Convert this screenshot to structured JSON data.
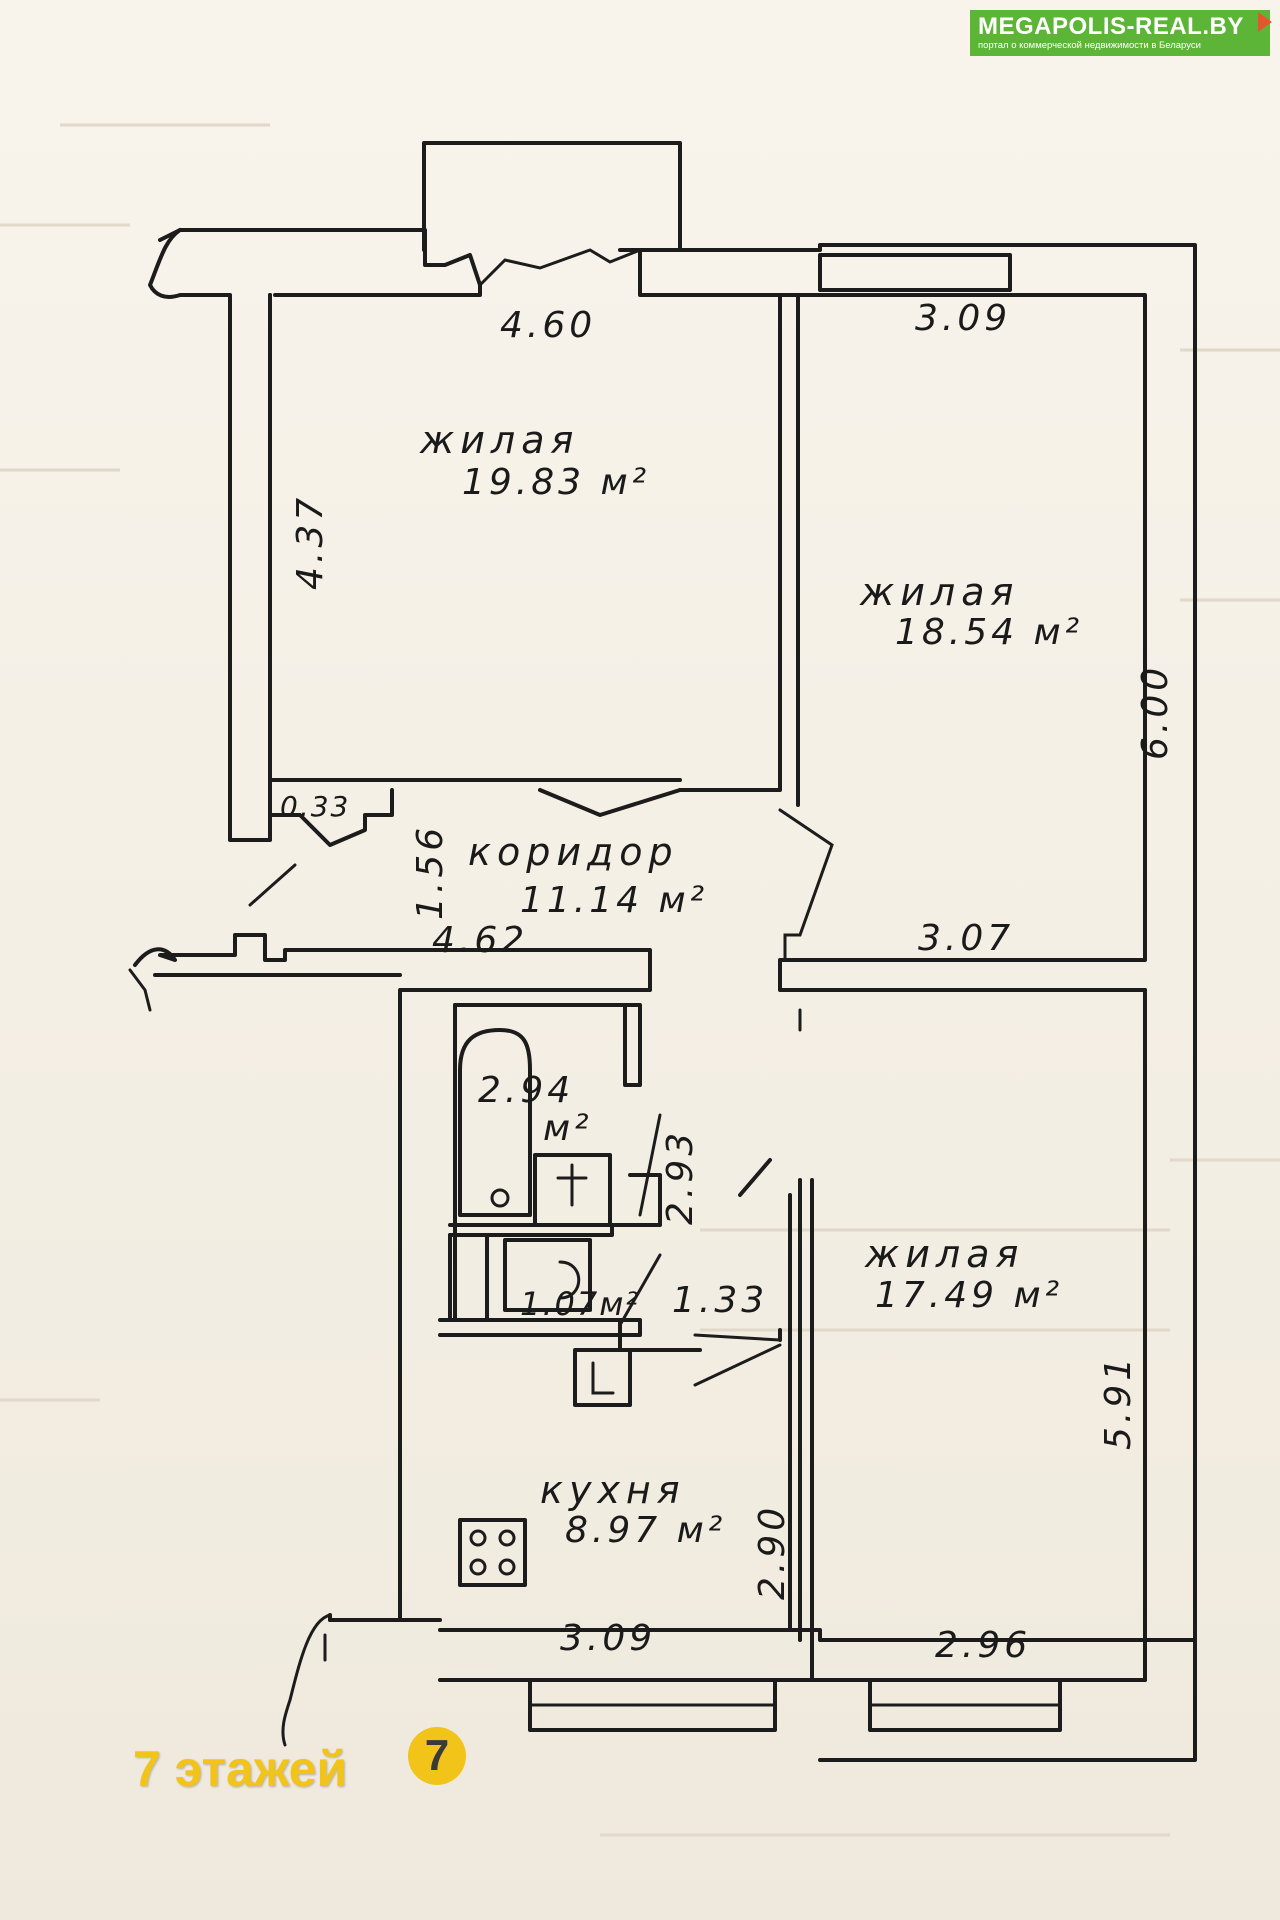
{
  "logo": {
    "name": "MEGAPOLIS-REAL.BY",
    "tagline": "портал о коммерческой недвижимости в Беларуси",
    "color": "#5cb536"
  },
  "rooms": {
    "living_top": {
      "label": "жилая",
      "area": "19.83 м²"
    },
    "living_right_top": {
      "label": "жилая",
      "area": "18.54 м²"
    },
    "corridor": {
      "label": "коридор",
      "area": "11.14 м²"
    },
    "living_right_bottom": {
      "label": "жилая",
      "area": "17.49 м²"
    },
    "kitchen": {
      "label": "кухня",
      "area": "8.97 м²"
    },
    "bathroom": {
      "area_line1": "2.94",
      "area_line2": "м²"
    },
    "toilet": {
      "area": "1.07м²"
    }
  },
  "dimensions": {
    "d460": "4.60",
    "d309_top": "3.09",
    "d437": "4.37",
    "d600": "6.00",
    "d033": "0.33",
    "d156": "1.56",
    "d462": "4.62",
    "d307": "3.07",
    "d293": "2.93",
    "d133": "1.33",
    "d591": "5.91",
    "d290": "2.90",
    "d309_bottom": "3.09",
    "d296": "2.96"
  },
  "floors": {
    "text": "7 этажей",
    "badge": "7",
    "color": "#f2c318"
  }
}
